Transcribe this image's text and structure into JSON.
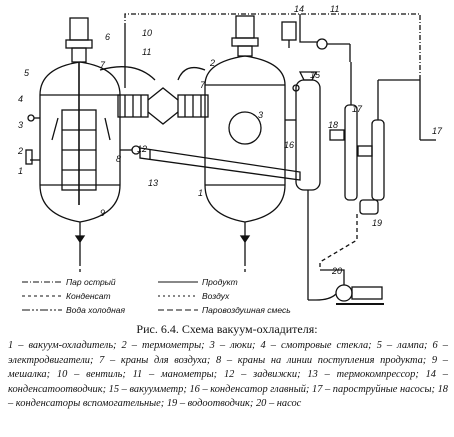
{
  "labels": {
    "n1": "1",
    "n2": "2",
    "n3": "3",
    "n4": "4",
    "n5": "5",
    "n6": "6",
    "n7": "7",
    "n8": "8",
    "n9": "9",
    "n10": "10",
    "n11": "11",
    "n12": "12",
    "n13": "13",
    "n14": "14",
    "n15": "15",
    "n16": "16",
    "n17": "17",
    "n18": "18",
    "n19": "19",
    "n20": "20"
  },
  "legend": [
    {
      "text": "Пар острый"
    },
    {
      "text": "Конденсат"
    },
    {
      "text": "Вода холодная"
    },
    {
      "text": "Продукт"
    },
    {
      "text": "Воздух"
    },
    {
      "text": "Паровоздушная смесь"
    }
  ],
  "caption": "Рис. 6.4. Схема вакуум-охладителя:",
  "explanation": "1 – вакуум-охладитель; 2 – термометры; 3 – люки; 4 – смотровые стекла; 5 – лампа; 6 – электродвигатели; 7 – краны для воздуха; 8 – краны на линии поступления продукта; 9 – мешалка; 10 – вентиль; 11 – манометры; 12 – задвижки; 13 – термокомпрессор; 14 – конденсатоотводчик; 15 – вакуумметр; 16 – конденсатор главный; 17 – пароструйные насосы; 18 – конденсаторы вспомогательные; 19 – водоотводчик; 20 – насос"
}
